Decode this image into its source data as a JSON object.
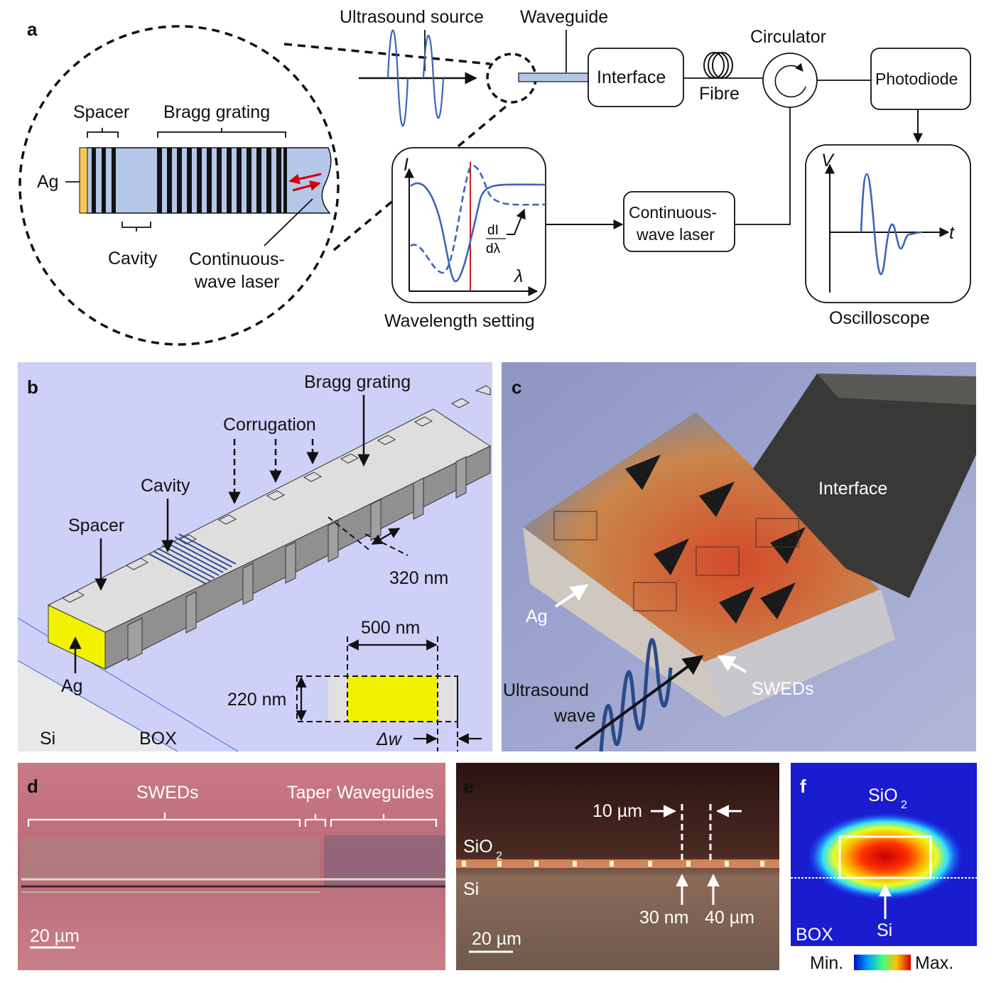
{
  "panel_a": {
    "letter": "a",
    "ultrasound_source": "Ultrasound source",
    "waveguide": "Waveguide",
    "interface": "Interface",
    "fibre": "Fibre",
    "circulator": "Circulator",
    "photodiode": "Photodiode",
    "spacer": "Spacer",
    "bragg_grating": "Bragg grating",
    "ag": "Ag",
    "cavity": "Cavity",
    "cw_laser_1": "Continuous-",
    "cw_laser_2": "wave laser",
    "axis_I": "I",
    "axis_lambda": "λ",
    "dI": "dI",
    "dlambda": "dλ",
    "wavelength_setting": "Wavelength setting",
    "cw_box_1": "Continuous-",
    "cw_box_2": "wave laser",
    "axis_V": "V",
    "axis_t": "t",
    "oscilloscope": "Oscilloscope"
  },
  "panel_b": {
    "letter": "b",
    "bragg_grating": "Bragg grating",
    "corrugation": "Corrugation",
    "cavity": "Cavity",
    "spacer": "Spacer",
    "ag": "Ag",
    "dim_320": "320 nm",
    "dim_500": "500 nm",
    "dim_220": "220 nm",
    "delta_w": "Δw",
    "si": "Si",
    "box": "BOX"
  },
  "panel_c": {
    "letter": "c",
    "interface": "Interface",
    "ag": "Ag",
    "sweds": "SWEDs",
    "ultrasound_1": "Ultrasound",
    "ultrasound_2": "wave"
  },
  "panel_d": {
    "letter": "d",
    "sweds": "SWEDs",
    "taper": "Taper",
    "waveguides": "Waveguides",
    "scale": "20 µm"
  },
  "panel_e": {
    "letter": "e",
    "dim_10": "10 µm",
    "sio2": "SiO",
    "sio2_sub": "2",
    "si": "Si",
    "dim_30": "30 nm",
    "dim_40": "40 µm",
    "scale": "20 µm"
  },
  "panel_f": {
    "letter": "f",
    "sio2": "SiO",
    "sio2_sub": "2",
    "box": "BOX",
    "si": "Si",
    "min": "Min.",
    "max": "Max."
  }
}
